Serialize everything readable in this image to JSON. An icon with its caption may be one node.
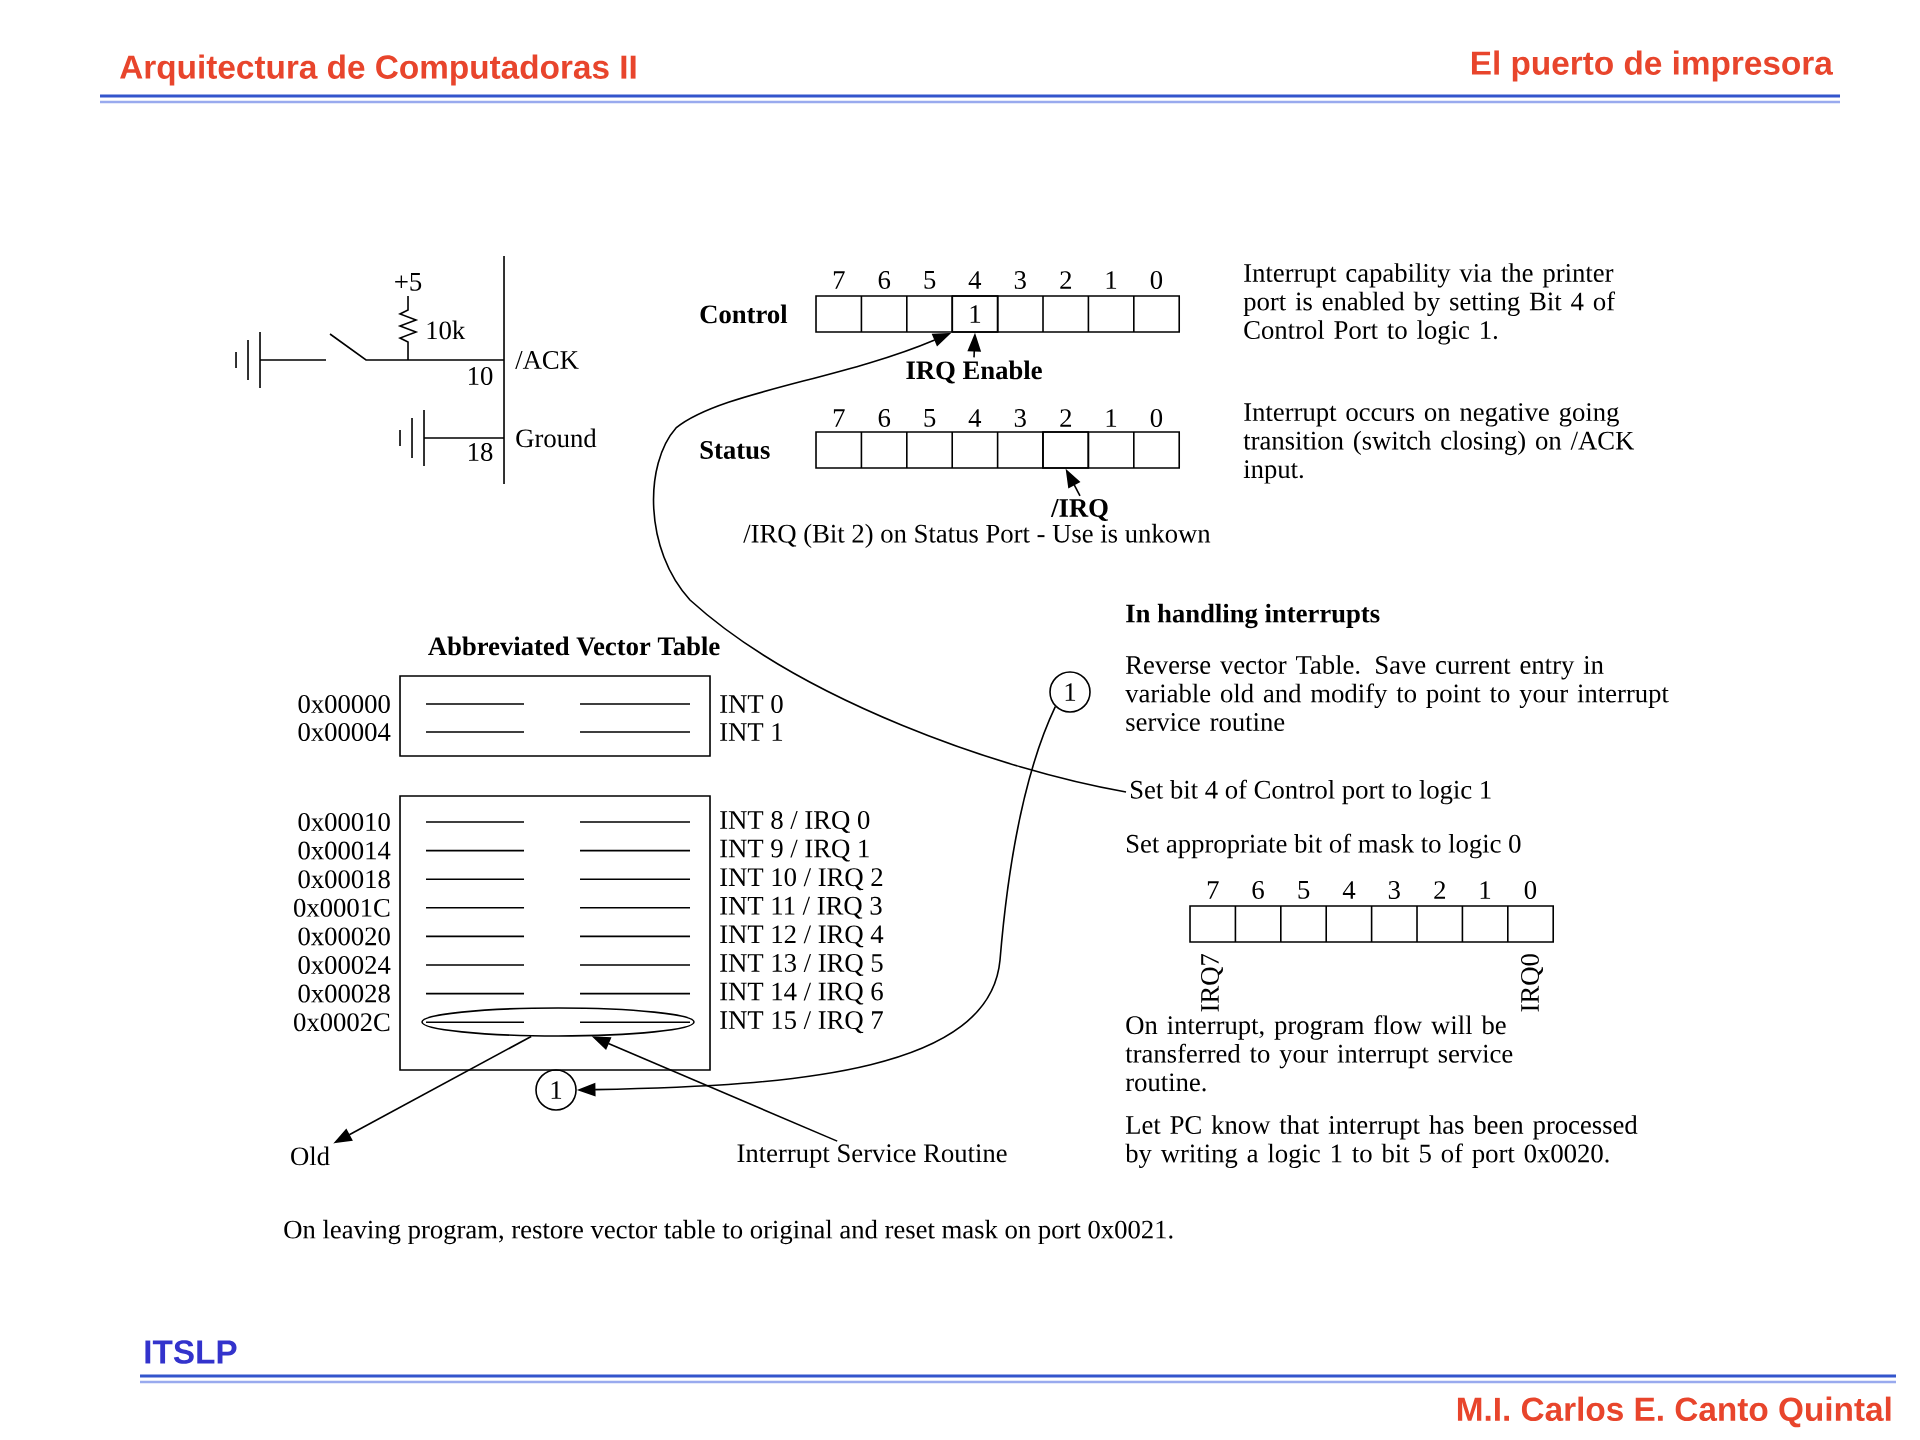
{
  "diagram": {
    "nodes": [
      {
        "text": [
          "1"
        ]
      },
      {
        "text": [
          "IRQ Enable"
        ]
      },
      {
        "text": [],
        "shape": "box"
      },
      {
        "text": [
          "/IRQ"
        ]
      },
      {
        "text": [
          "Set bit 4 of Control port to logic 1"
        ]
      },
      {
        "text": [
          "1"
        ]
      },
      {
        "text": [
          "1"
        ]
      },
      {
        "text": [],
        "shape": "ellipse"
      },
      {
        "text": [
          "Old"
        ]
      },
      {
        "text": [
          "Interrupt Service Routine"
        ]
      }
    ],
    "edges": [
      {
        "from": 1,
        "to": 0,
        "arrow": "to"
      },
      {
        "from": 3,
        "to": 2,
        "arrow": "to"
      },
      {
        "from": 4,
        "to": 0,
        "arrow": "to"
      },
      {
        "from": 5,
        "to": 6,
        "arrow": "to"
      },
      {
        "from": 7,
        "to": 8,
        "arrow": "to"
      },
      {
        "from": 9,
        "to": 7,
        "arrow": "to"
      }
    ],
    "labels": [
      "Arquitectura de Computadoras II",
      "El puerto de impresora",
      "+5",
      "10k",
      "/ACK",
      "10",
      "Ground",
      "18",
      "Control",
      "7",
      "6",
      "5",
      "4",
      "3",
      "2",
      "1",
      "0",
      "Status",
      "7",
      "6",
      "5",
      "4",
      "3",
      "2",
      "1",
      "0",
      "Interrupt capability via the printer port is enabled by setting Bit 4 of Control Port to logic 1.",
      "Interrupt occurs on negative going transition (switch closing) on /ACK input.",
      "/IRQ (Bit 2) on Status Port - Use is unkown",
      "Abbreviated Vector Table",
      "0x00000",
      "INT 0",
      "0x00004",
      "INT 1",
      "0x00010",
      "INT 8 / IRQ 0",
      "0x00014",
      "INT 9 / IRQ 1",
      "0x00018",
      "INT 10 / IRQ 2",
      "0x0001C",
      "INT 11 / IRQ 3",
      "0x00020",
      "INT 12 / IRQ 4",
      "0x00024",
      "INT 13 / IRQ 5",
      "0x00028",
      "INT 14 / IRQ 6",
      "0x0002C",
      "INT 15 / IRQ 7",
      "In handling interrupts",
      "Reverse vector Table.  Save current entry in variable old and modify to point to your interrupt service routine",
      "Set appropriate bit of mask to logic 0",
      "7",
      "6",
      "5",
      "4",
      "3",
      "2",
      "1",
      "0",
      "IRQ7",
      "IRQ0",
      "On interrupt, program flow will be transferred to your interrupt service routine.",
      "Let PC know that interrupt has been processed by writing a logic 1 to bit 5 of port 0x0020.",
      "On leaving program, restore vector table to original and reset mask on port 0x0021.",
      "ITSLP",
      "M.I. Carlos E. Canto Quintal"
    ]
  }
}
